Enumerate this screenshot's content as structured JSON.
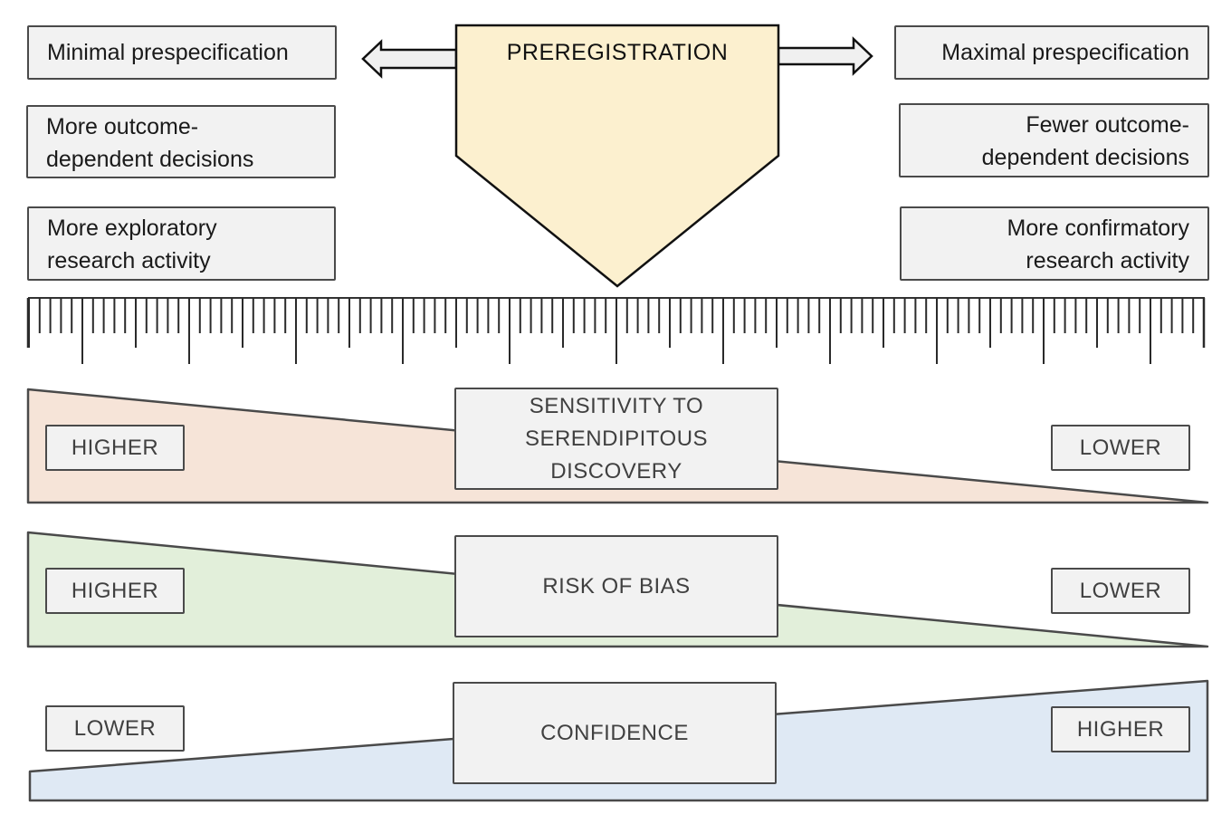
{
  "center": {
    "title": "PREREGISTRATION",
    "fill": "#fcf0cf"
  },
  "left_column": {
    "items": [
      {
        "lines": [
          "Minimal prespecification"
        ]
      },
      {
        "lines": [
          "More outcome-",
          "dependent decisions"
        ]
      },
      {
        "lines": [
          "More exploratory",
          "research activity"
        ]
      }
    ]
  },
  "right_column": {
    "items": [
      {
        "lines": [
          "Maximal prespecification"
        ]
      },
      {
        "lines": [
          "Fewer outcome-",
          "dependent decisions"
        ]
      },
      {
        "lines": [
          "More confirmatory",
          "research activity"
        ]
      }
    ]
  },
  "arrows": {
    "left": "arrow-left-icon",
    "right": "arrow-right-icon"
  },
  "ruler": {
    "major_count": 11,
    "subdivisions_per_major": 10
  },
  "scales": [
    {
      "name": "sensitivity",
      "label_lines": [
        "SENSITIVITY TO",
        "SERENDIPITOUS",
        "DISCOVERY"
      ],
      "left_tag": "HIGHER",
      "right_tag": "LOWER",
      "direction": "decreasing",
      "fill": "#f6e4d8"
    },
    {
      "name": "risk-of-bias",
      "label_lines": [
        "RISK OF BIAS"
      ],
      "left_tag": "HIGHER",
      "right_tag": "LOWER",
      "direction": "decreasing",
      "fill": "#e2efda"
    },
    {
      "name": "confidence",
      "label_lines": [
        "CONFIDENCE"
      ],
      "left_tag": "LOWER",
      "right_tag": "HIGHER",
      "direction": "increasing",
      "fill": "#dfe9f4"
    }
  ],
  "colors": {
    "box_fill": "#f2f2f2",
    "stroke": "#4a4a4a"
  }
}
